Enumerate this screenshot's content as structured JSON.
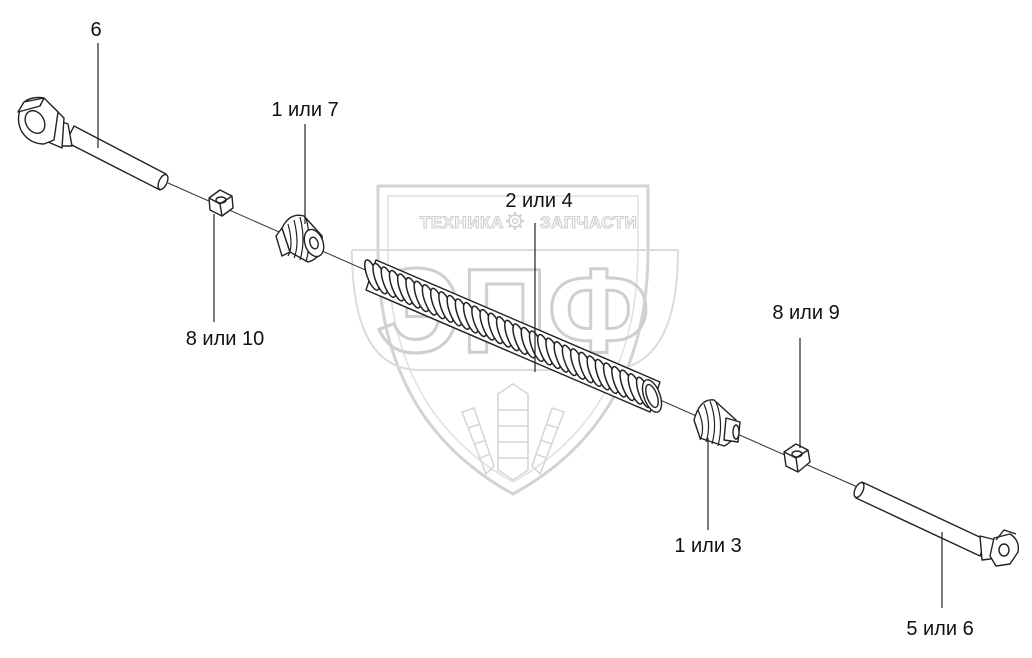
{
  "watermark": {
    "left_text": "ТЕХНИКА",
    "right_text": "ЗАПЧАСТИ",
    "big_text": "ЭПФ"
  },
  "callouts": {
    "rod_top": "6",
    "bushing_top": "1 или 7",
    "spring": "2 или 4",
    "nut_top": "8 или 10",
    "nut_bottom": "8 или 9",
    "bushing_bottom": "1 или 3",
    "rod_bottom": "5 или 6"
  }
}
